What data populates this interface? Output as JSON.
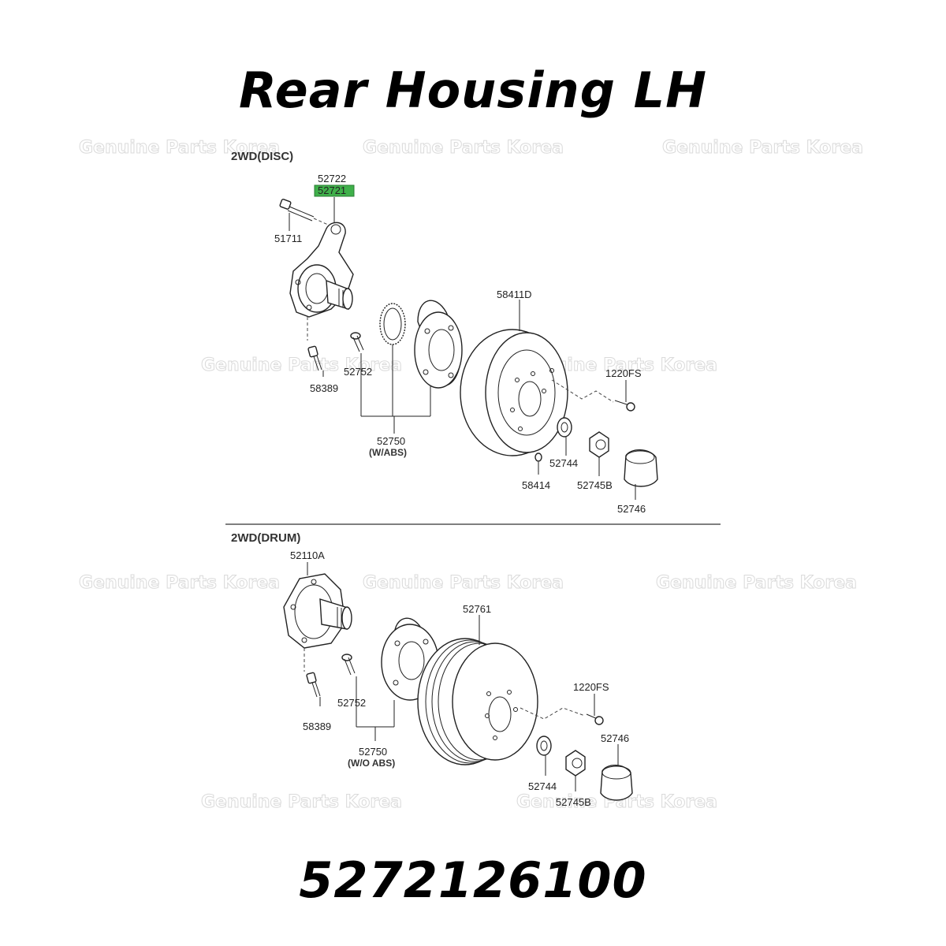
{
  "title": "Rear Housing LH",
  "part_number": "5272126100",
  "watermark": "Genuine Parts Korea",
  "highlight_color": "#3fb04a",
  "sections": {
    "disc": {
      "heading": "2WD(DISC)",
      "labels": {
        "p52722": "52722",
        "p52721": "52721",
        "p51711": "51711",
        "p58389": "58389",
        "p52752": "52752",
        "p52750": "52750",
        "note": "(W/ABS)",
        "p58411D": "58411D",
        "p1220FS": "1220FS",
        "p52744": "52744",
        "p58414": "58414",
        "p52745B": "52745B",
        "p52746": "52746"
      }
    },
    "drum": {
      "heading": "2WD(DRUM)",
      "labels": {
        "p52110A": "52110A",
        "p58389": "58389",
        "p52752": "52752",
        "p52750": "52750",
        "note": "(W/O ABS)",
        "p52761": "52761",
        "p1220FS": "1220FS",
        "p52746": "52746",
        "p52744": "52744",
        "p52745B": "52745B"
      }
    }
  }
}
